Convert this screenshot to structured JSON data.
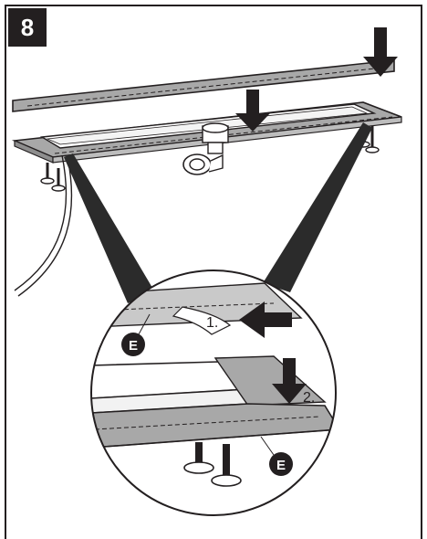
{
  "step": {
    "number": "8"
  },
  "callouts": {
    "step_one": "1.",
    "step_two": "2.",
    "part_upper": "E",
    "part_lower": "E"
  },
  "colors": {
    "ink": "#231f20",
    "tape": "#a8a8a8",
    "tape_light": "#c9c9c9",
    "wedge": "#2b2b2b",
    "paper": "#ffffff"
  },
  "icons": [
    "arrow-down-icon",
    "arrow-left-icon",
    "drain-outlet-icon",
    "leveling-foot-icon"
  ]
}
